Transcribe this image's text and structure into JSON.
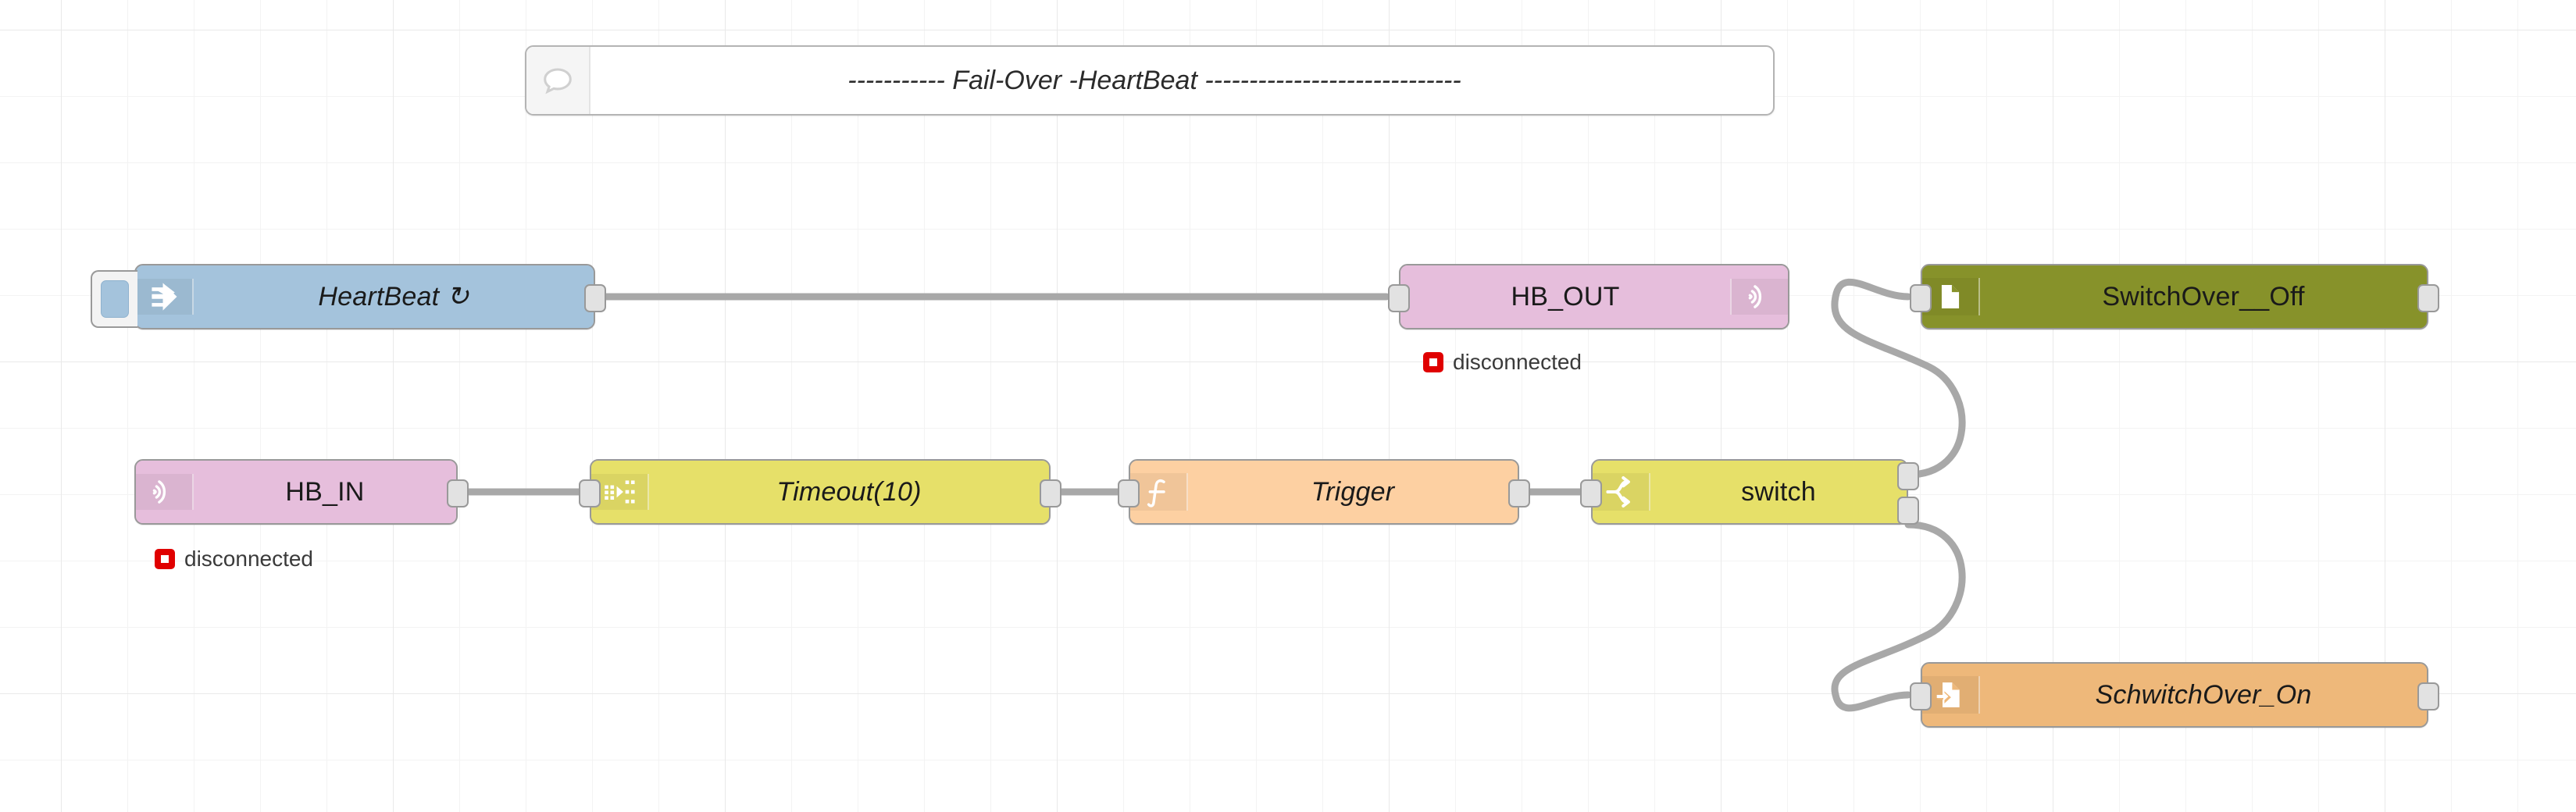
{
  "editor": {
    "name": "node-red-flow-canvas",
    "background": "#ffffff",
    "grid_color": "#e9e9e9"
  },
  "comment": {
    "text": "----------- Fail-Over -HeartBeat -----------------------------",
    "icon": "comment-icon"
  },
  "nodes": [
    {
      "id": "heartbeat",
      "label": "HeartBeat ↻",
      "type": "inject",
      "icon": "inject-arrow-icon",
      "color": "#a4c3dc",
      "has_inject_button": true,
      "inputs": 0,
      "outputs": 1
    },
    {
      "id": "hb_out",
      "label": "HB_OUT",
      "type": "mqtt-out",
      "icon": "mqtt-signal-icon",
      "color": "#e6bedc",
      "inputs": 1,
      "outputs": 0,
      "status": "disconnected",
      "status_color": "#e00000"
    },
    {
      "id": "hb_in",
      "label": "HB_IN",
      "type": "mqtt-in",
      "icon": "mqtt-signal-icon",
      "color": "#e6bedc",
      "inputs": 0,
      "outputs": 1,
      "status": "disconnected",
      "status_color": "#e00000"
    },
    {
      "id": "timeout",
      "label": "Timeout(10)",
      "type": "trigger",
      "icon": "timer-dots-icon",
      "color": "#e6e069",
      "inputs": 1,
      "outputs": 1
    },
    {
      "id": "trigger",
      "label": "Trigger",
      "type": "function",
      "icon": "function-f-icon",
      "color": "#fdd0a2",
      "inputs": 1,
      "outputs": 1
    },
    {
      "id": "switch",
      "label": "switch",
      "type": "switch",
      "icon": "switch-branch-icon",
      "color": "#e6e069",
      "inputs": 1,
      "outputs": 2
    },
    {
      "id": "switchover_off",
      "label": "SwitchOver__Off",
      "type": "file",
      "icon": "file-icon",
      "color": "#87922a",
      "inputs": 1,
      "outputs": 1
    },
    {
      "id": "schwitchover_on",
      "label": "SchwitchOver_On",
      "type": "exec",
      "icon": "file-arrow-icon",
      "color": "#eeb87a",
      "inputs": 1,
      "outputs": 1
    }
  ],
  "statuses": {
    "hb_out": "disconnected",
    "hb_in": "disconnected"
  },
  "wires": [
    {
      "from": "heartbeat",
      "to": "hb_out"
    },
    {
      "from": "hb_in",
      "to": "timeout"
    },
    {
      "from": "timeout",
      "to": "trigger"
    },
    {
      "from": "trigger",
      "to": "switch"
    },
    {
      "from": "switch.0",
      "to": "switchover_off"
    },
    {
      "from": "switch.1",
      "to": "schwitchover_on"
    }
  ]
}
